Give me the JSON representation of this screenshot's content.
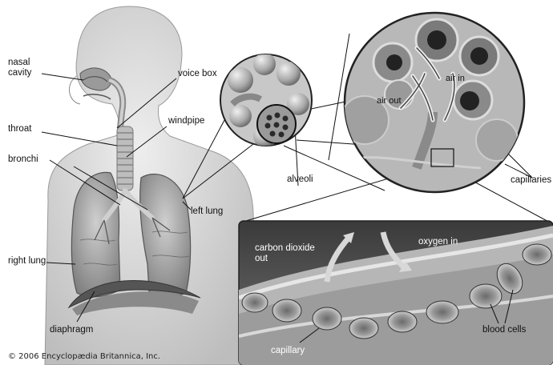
{
  "labels": {
    "nasal_cavity": "nasal\ncavity",
    "voice_box": "voice box",
    "throat": "throat",
    "windpipe": "windpipe",
    "bronchi": "bronchi",
    "left_lung": "left lung",
    "right_lung": "right lung",
    "diaphragm": "diaphragm",
    "alveoli": "alveoli",
    "air_in": "air in",
    "air_out": "air out",
    "capillaries": "capillaries",
    "carbon_dioxide_out": "carbon dioxide\nout",
    "oxygen_in": "oxygen in",
    "capillary": "capillary",
    "blood_cells": "blood cells"
  },
  "credit": "© 2006 Encyclopædia Britannica, Inc."
}
